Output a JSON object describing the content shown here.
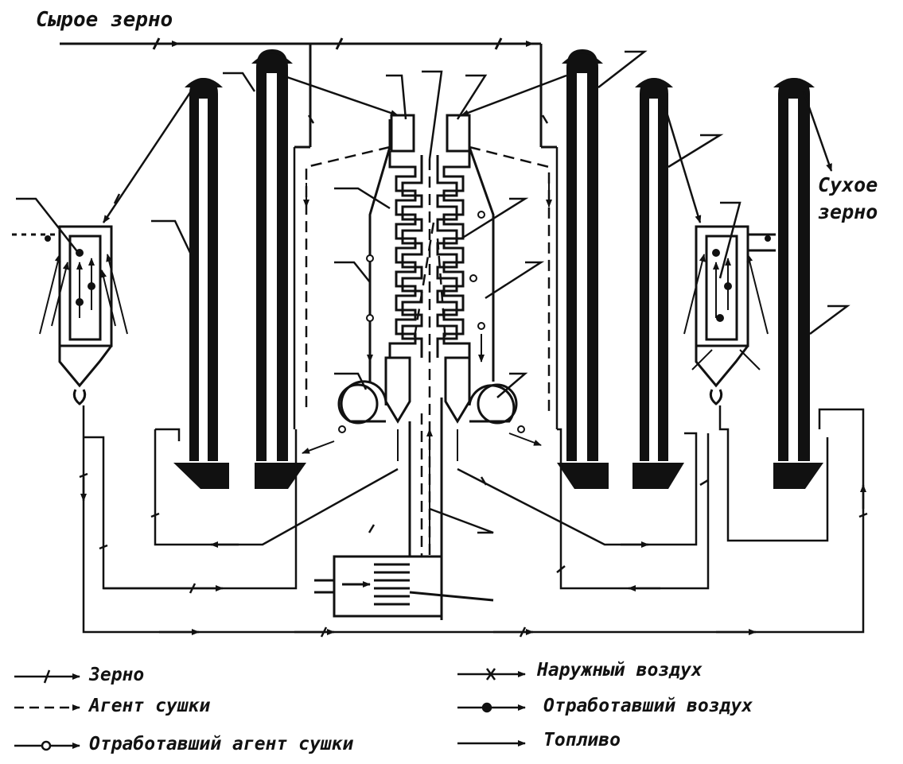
{
  "labels": {
    "raw_grain": "Сырое зерно",
    "dry_grain_line1": "Сухое",
    "dry_grain_line2": "зерно"
  },
  "legend": [
    {
      "symbol": "tick",
      "text": "Зерно"
    },
    {
      "symbol": "dash",
      "text": "Агент сушки"
    },
    {
      "symbol": "circle",
      "text": "Отработавший агент сушки"
    },
    {
      "symbol": "cross",
      "text": "Наружный воздух"
    },
    {
      "symbol": "dot",
      "text": "Отработавший воздух"
    },
    {
      "symbol": "plain",
      "text": "Топливо"
    }
  ],
  "colors": {
    "ink": "#111111",
    "paper": "#ffffff"
  }
}
